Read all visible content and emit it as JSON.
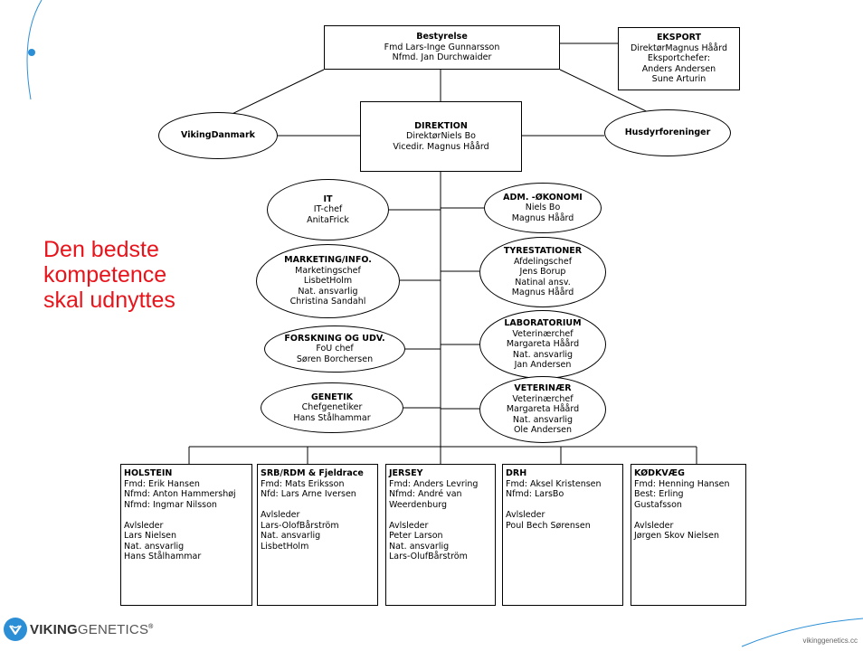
{
  "brand": {
    "name_part1": "VIKING",
    "name_part2": "GENETICS",
    "trademark": "®",
    "website": "vikinggenetics.cc",
    "accent_color": "#e8141b",
    "brand_color": "#2c8fd6"
  },
  "tagline": [
    "Den bedste",
    "kompetence",
    "skal udnyttes"
  ],
  "nodes": {
    "bestyrelse": {
      "title": "Bestyrelse",
      "lines": [
        "Fmd Lars-Inge Gunnarsson",
        "Nfmd. Jan Durchwaider"
      ]
    },
    "eksport": {
      "title": "EKSPORT",
      "lines": [
        "DirektørMagnus Håård",
        "Eksportchefer:",
        "Anders Andersen",
        "Sune Arturin"
      ]
    },
    "viking_danmark": {
      "title": "VikingDanmark",
      "lines": []
    },
    "direktion": {
      "title": "DIREKTION",
      "lines": [
        "DirektørNiels Bo",
        "Vicedir. Magnus Håård"
      ]
    },
    "husdyrforeninger": {
      "title": "Husdyrforeninger",
      "lines": []
    },
    "it": {
      "title": "IT",
      "lines": [
        "IT-chef",
        "AnitaFrick"
      ]
    },
    "adm": {
      "title": "ADM. -ØKONOMI",
      "lines": [
        "Niels Bo",
        "Magnus Håård"
      ]
    },
    "marketing": {
      "title": "MARKETING/INFO.",
      "lines": [
        "Marketingschef",
        "LisbetHolm",
        "Nat. ansvarlig",
        "Christina Sandahl"
      ]
    },
    "tyrestationer": {
      "title": "TYRESTATIONER",
      "lines": [
        "Afdelingschef",
        "Jens Borup",
        "Natinal ansv.",
        "Magnus Håård"
      ]
    },
    "forskning": {
      "title": "FORSKNING OG UDV.",
      "lines": [
        "FoU chef",
        "Søren Borchersen"
      ]
    },
    "laboratorium": {
      "title": "LABORATORIUM",
      "lines": [
        "Veterinærchef",
        "Margareta Håård",
        "Nat. ansvarlig",
        "Jan Andersen"
      ]
    },
    "genetik": {
      "title": "GENETIK",
      "lines": [
        "Chefgenetiker",
        "Hans Stålhammar"
      ]
    },
    "veterinaer": {
      "title": "VETERINÆR",
      "lines": [
        "Veterinærchef",
        "Margareta Håård",
        "Nat. ansvarlig",
        "Ole Andersen"
      ]
    }
  },
  "breeds": [
    {
      "title": "HOLSTEIN",
      "lines": [
        "Fmd: Erik Hansen",
        "Nfmd: Anton Hammershøj",
        "Nfmd: Ingmar Nilsson",
        "",
        "Avlsleder",
        "Lars Nielsen",
        "Nat. ansvarlig",
        "Hans Stålhammar"
      ]
    },
    {
      "title": "SRB/RDM & Fjeldrace",
      "lines": [
        "Fmd: Mats Eriksson",
        "Nfd: Lars Arne Iversen",
        "",
        "Avlsleder",
        "Lars-OlofBårström",
        "Nat. ansvarlig",
        "LisbetHolm"
      ]
    },
    {
      "title": "JERSEY",
      "lines": [
        "Fmd: Anders Levring",
        "Nfmd: André van",
        "Weerdenburg",
        "",
        "Avlsleder",
        "Peter Larson",
        "Nat. ansvarlig",
        "Lars-OlufBårström"
      ]
    },
    {
      "title": "DRH",
      "lines": [
        "Fmd: Aksel Kristensen",
        "Nfmd: LarsBo",
        "",
        "Avlsleder",
        "Poul Bech Sørensen"
      ]
    },
    {
      "title": "KØDKVÆG",
      "lines": [
        "Fmd: Henning Hansen",
        "Best: Erling",
        "Gustafsson",
        "",
        "Avlsleder",
        "Jørgen Skov Nielsen"
      ]
    }
  ]
}
